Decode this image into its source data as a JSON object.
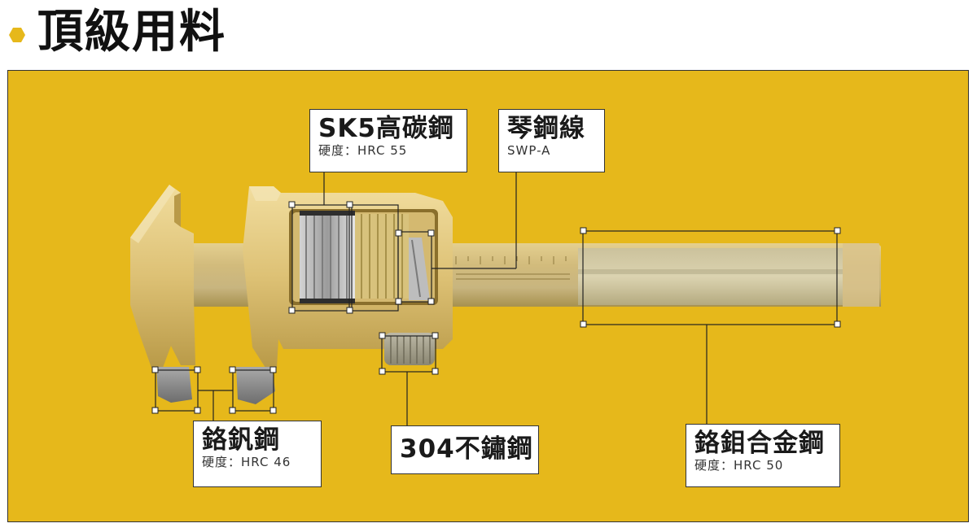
{
  "header": {
    "title": "頂級用料",
    "bullet_icon": "hexagon-bullet-icon",
    "accent_color": "#e6b81b"
  },
  "panel": {
    "background": "#e6b81b"
  },
  "callouts": {
    "sk5": {
      "name": "SK5高碳鋼",
      "spec": "硬度：HRC 55"
    },
    "piano_wire": {
      "name": "琴鋼線",
      "spec": "SWP-A"
    },
    "chrome_vanadium": {
      "name": "鉻釩鋼",
      "spec": "硬度：HRC 46"
    },
    "stainless": {
      "name": "304不鏽鋼"
    },
    "chrome_moly": {
      "name": "鉻鉬合金鋼",
      "spec": "硬度：HRC 50"
    }
  },
  "image": {
    "subject": "caliper-illustration"
  }
}
